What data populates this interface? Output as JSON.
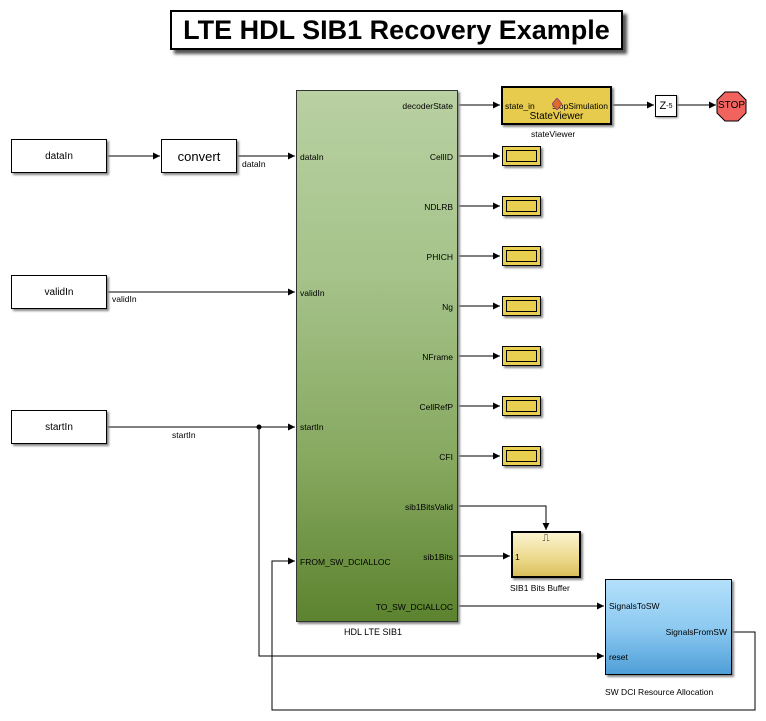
{
  "title": "LTE HDL SIB1 Recovery Example",
  "inputs": [
    {
      "label": "dataIn",
      "signal": "dataIn"
    },
    {
      "label": "validIn",
      "signal": "validIn"
    },
    {
      "label": "startIn",
      "signal": "startIn"
    }
  ],
  "convert_block": {
    "label": "convert"
  },
  "main_block": {
    "name": "HDL LTE SIB1",
    "inports": [
      "dataIn",
      "validIn",
      "startIn",
      "FROM_SW_DCIALLOC"
    ],
    "outports": [
      "decoderState",
      "CellID",
      "NDLRB",
      "PHICH",
      "Ng",
      "NFrame",
      "CellRefP",
      "CFI",
      "sib1BitsValid",
      "sib1Bits",
      "TO_SW_DCIALLOC"
    ]
  },
  "state_viewer": {
    "name": "stateViewer",
    "inner_label": "StateViewer",
    "in_port": "state_in",
    "out_port": "stopSimulation"
  },
  "delay_block": {
    "base": "Z",
    "exponent": "-5"
  },
  "stop_block": {
    "label": "STOP",
    "color": "#f0635f"
  },
  "buffer_block": {
    "name": "SIB1 Bits Buffer",
    "trigger_symbol": "⎍",
    "in_port": "1"
  },
  "sw_block": {
    "name": "SW DCI Resource Allocation",
    "inports": [
      "SignalsToSW",
      "reset"
    ],
    "outport": "SignalsFromSW"
  },
  "colors": {
    "display_yellow": "#e9cf4f",
    "sib1_top": "#b9d0a2",
    "sib1_bottom": "#5c832f",
    "sw_top": "#b3e0fb",
    "sw_bottom": "#4f9fd8"
  }
}
